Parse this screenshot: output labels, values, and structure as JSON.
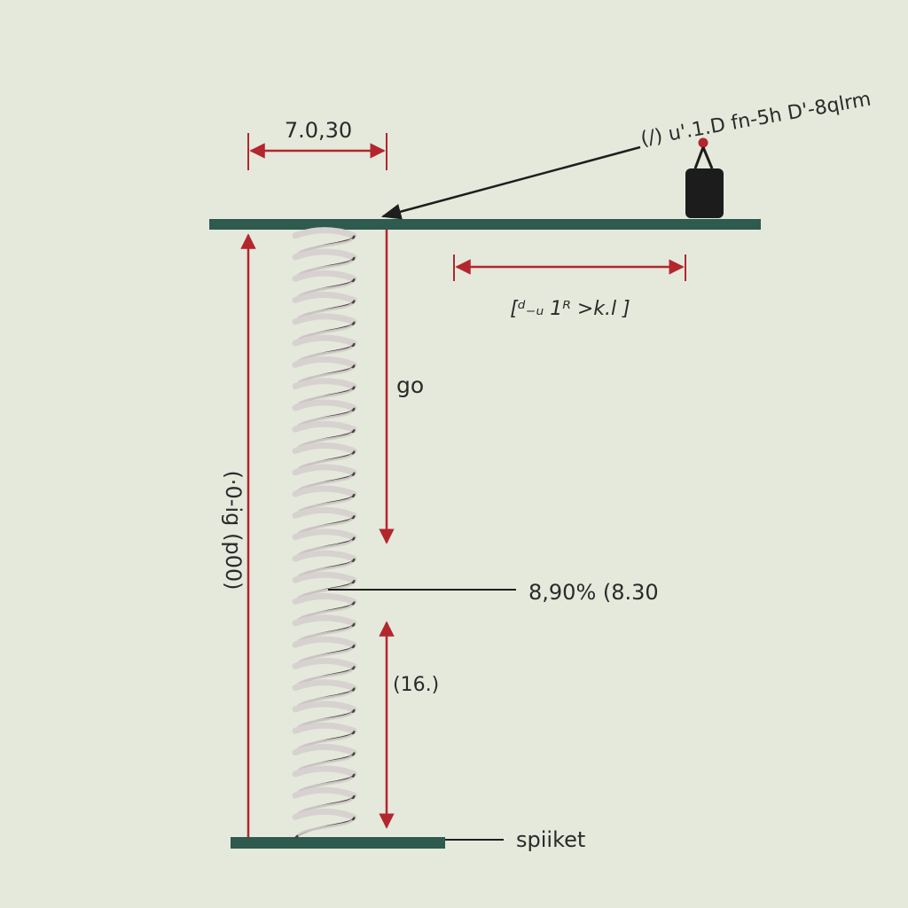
{
  "colors": {
    "background": "#e4e9dc",
    "beam": "#2f5a4e",
    "dimension": "#b3262e",
    "spring_light": "#d7d2cf",
    "spring_dark": "#4a4040",
    "leader": "#1e1e1e",
    "weight": "#1c1c1c",
    "hook": "#b3262e"
  },
  "labels": {
    "top_width": "7.0,30",
    "weight_note": "(/) u'.1.D fn-5h D'-8qlrm",
    "offset": "[ᵈ₋ᵤ 1ᴿ >k.l ]",
    "go": "go",
    "total_height": "(·0-ig (p00)",
    "midpoint": "8,90% (8.30",
    "lower_segment": "(16.)",
    "base": "spiiket"
  },
  "spring": {
    "coil_count": 28
  }
}
